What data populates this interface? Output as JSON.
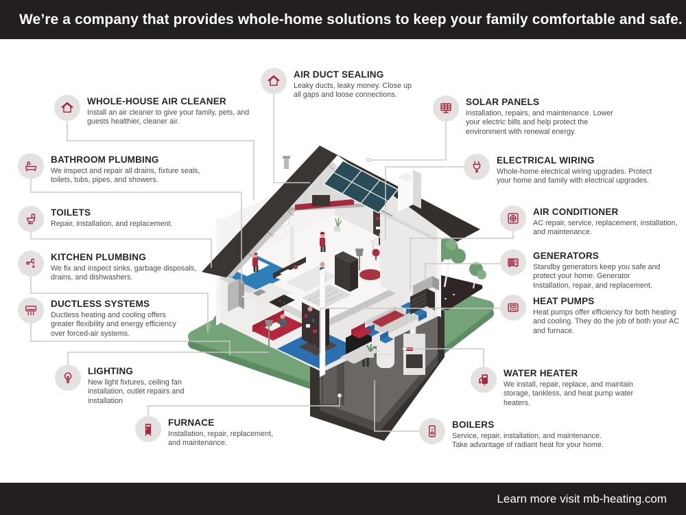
{
  "header": {
    "headline": "We’re a company that provides whole-home solutions to keep your family comfortable and safe."
  },
  "footer": {
    "text": "Learn more visit mb-heating.com"
  },
  "colors": {
    "banner_bg": "#231f20",
    "accent_red": "#a5293e",
    "icon_circle_bg": "#e3e2e1",
    "connector_line": "#c9c8c7",
    "lawn_green": "#74a377",
    "roof_dark": "#3b3533",
    "rug_blue": "#2b6fae",
    "heading_text": "#262424",
    "body_text": "#4d4c4b"
  },
  "illustration": {
    "subject": "isometric cutaway two-story house with attic, basement, solar panels, lawn and garden"
  },
  "services": [
    {
      "id": "air-duct-sealing",
      "title": "AIR DUCT SEALING",
      "description": "Leaky ducts, leaky money. Close up all gaps and loose connections.",
      "icon": "house-icon"
    },
    {
      "id": "whole-house-air-cleaner",
      "title": "WHOLE-HOUSE AIR CLEANER",
      "description": "Install an air cleaner to give your family, pets, and guests healthier, cleaner air.",
      "icon": "house-icon"
    },
    {
      "id": "solar-panels",
      "title": "SOLAR PANELS",
      "description": "Installation, repairs, and maintenance. Lower your electric bills and help protect the environment with renewal energy.",
      "icon": "solar-icon"
    },
    {
      "id": "bathroom-plumbing",
      "title": "BATHROOM PLUMBING",
      "description": "We inspect and repair all drains, fixture seals, toilets, tubs, pipes, and showers.",
      "icon": "bathtub-icon"
    },
    {
      "id": "electrical-wiring",
      "title": "ELECTRICAL WIRING",
      "description": "Whole-home electrical wiring upgrades. Protect your home and family with electrical upgrades.",
      "icon": "plug-icon"
    },
    {
      "id": "toilets",
      "title": "TOILETS",
      "description": "Repair, installation, and replacement.",
      "icon": "toilet-icon"
    },
    {
      "id": "air-conditioner",
      "title": "AIR CONDITIONER",
      "description": "AC repair, service, replacement, installation, and maintenance.",
      "icon": "ac-icon"
    },
    {
      "id": "kitchen-plumbing",
      "title": "KITCHEN PLUMBING",
      "description": "We fix and inspect sinks, garbage disposals, drains, and dishwashers.",
      "icon": "faucet-icon"
    },
    {
      "id": "generators",
      "title": "GENERATORS",
      "description": "Standby generators keep you safe and protect your home. Generator Installation, repair, and replacement.",
      "icon": "generator-icon"
    },
    {
      "id": "ductless-systems",
      "title": "DUCTLESS SYSTEMS",
      "description": "Ductless heating and cooling offers greater flexibility and energy efficiency over forced-air systems.",
      "icon": "ductless-icon"
    },
    {
      "id": "heat-pumps",
      "title": "HEAT PUMPS",
      "description": "Heat pumps offer efficiency for both heating and cooling. They do the job of both your AC and furnace.",
      "icon": "heatpump-icon"
    },
    {
      "id": "lighting",
      "title": "LIGHTING",
      "description": "New light fixtures, ceiling fan installation, outlet repairs and installation",
      "icon": "bulb-icon"
    },
    {
      "id": "water-heater",
      "title": "WATER HEATER",
      "description": "We install, repair, replace, and maintain storage, tankless, and heat pump water heaters.",
      "icon": "waterheater-icon"
    },
    {
      "id": "furnace",
      "title": "FURNACE",
      "description": "Installation, repair, replacement, and maintenance.",
      "icon": "furnace-icon"
    },
    {
      "id": "boilers",
      "title": "BOILERS",
      "description": "Service, repair, installation, and maintenance. Take advantage of radiant heat for your home.",
      "icon": "boiler-icon"
    }
  ]
}
